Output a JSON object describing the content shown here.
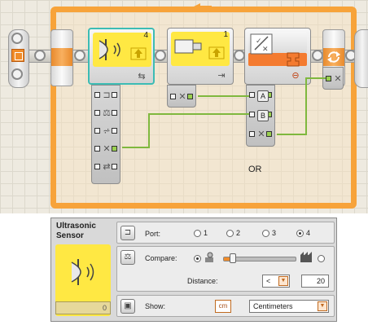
{
  "canvas": {
    "blocks": [
      {
        "name": "ultrasonic-sensor-block",
        "port": "4",
        "selected": true,
        "color": "#ffe843"
      },
      {
        "name": "touch-sensor-block",
        "port": "1",
        "selected": false,
        "color": "#ffe843"
      },
      {
        "name": "logic-block",
        "port": "",
        "selected": false,
        "color": "#f47b30"
      }
    ],
    "hub_letters": [
      "A",
      "B"
    ],
    "or_label": "OR",
    "loop_color": "#f7a33a",
    "wire_color": "#7fb83e"
  },
  "panel": {
    "title": "Ultrasonic Sensor",
    "counter_value": "0",
    "port": {
      "label": "Port:",
      "options": [
        "1",
        "2",
        "3",
        "4"
      ],
      "selected": "4"
    },
    "compare": {
      "label": "Compare:",
      "slider_level": 0.12,
      "distance_label": "Distance:",
      "operator": "<",
      "distance_value": "20"
    },
    "show": {
      "label": "Show:",
      "unit_button": "cm",
      "unit_select": "Centimeters"
    }
  }
}
